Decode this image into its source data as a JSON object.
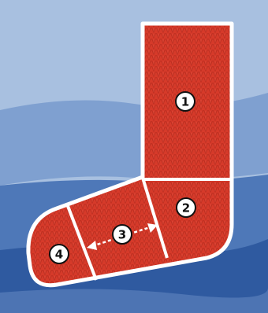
{
  "colors": {
    "background_light": "#a8c0e0",
    "background_mid": "#7fa0d0",
    "background_dark": "#4e78b8",
    "background_deep": "#2f5aa0",
    "knit_red": "#d63a2a",
    "knit_red_dark": "#a8261a",
    "outline": "#ffffff",
    "badge_fill": "#ffffff",
    "badge_text": "#111111"
  },
  "sections": [
    {
      "id": "leg",
      "number": "1"
    },
    {
      "id": "heel",
      "number": "2"
    },
    {
      "id": "foot",
      "number": "3"
    },
    {
      "id": "toe",
      "number": "4"
    }
  ],
  "foot_arrow": {
    "style": "double-headed",
    "icon": "double-arrow-icon"
  }
}
